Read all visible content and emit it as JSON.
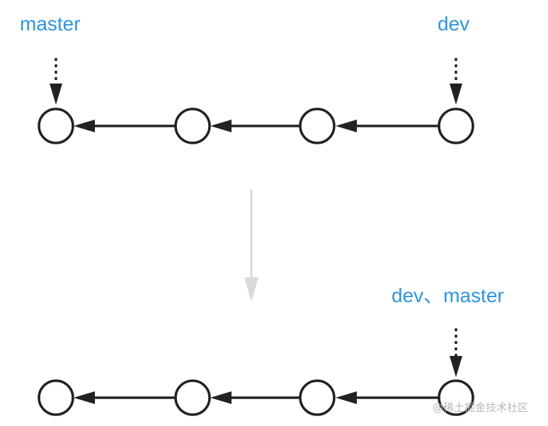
{
  "before": {
    "labels": {
      "left": "master",
      "right": "dev"
    }
  },
  "after": {
    "labels": {
      "right": "dev、master"
    }
  },
  "watermark": "@稀土掘金技术社区",
  "colors": {
    "label_blue": "#2f95e0",
    "stroke": "#222222",
    "transition_gray": "#d9d9d9"
  }
}
